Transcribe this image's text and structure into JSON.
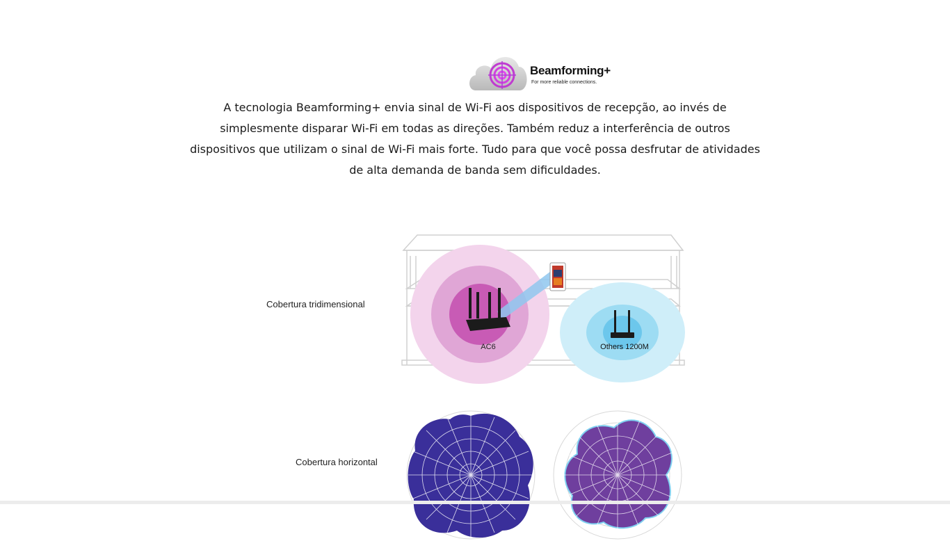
{
  "feature": {
    "logo_title": "Beamforming+",
    "logo_tagline": "For more reliable connections.",
    "description": "A tecnologia Beamforming+ envia sinal de Wi-Fi aos dispositivos de recepção, ao invés de simplesmente disparar Wi-Fi em todas as direções. Também reduz a interferência de outros dispositivos que utilizam o sinal de Wi-Fi mais forte. Tudo para que você possa desfrutar de atividades de alta demanda de banda sem dificuldades."
  },
  "coverage": {
    "three_d_label": "Cobertura tridimensional",
    "horizontal_label": "Cobertura horizontal",
    "router_ac6_label": "AC6",
    "router_other_label": "Others 1200M"
  },
  "colors": {
    "ac6_coverage": "#d98fcb",
    "other_coverage": "#8fd4f0",
    "polar_ac6": "#3a2f9a",
    "polar_other": "#6f3f9e"
  }
}
